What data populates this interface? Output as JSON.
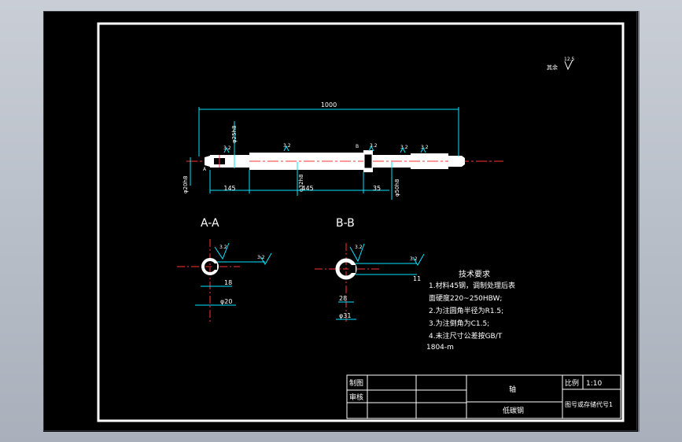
{
  "surface_finish": {
    "label": "其余",
    "value": "12.5"
  },
  "shaft_view": {
    "overall_length": "1000",
    "dims": {
      "d_left_end": "φ20h8",
      "d_left_journal": "φ25h8",
      "d_middle": "φ32h8",
      "d_right_step": "φ50h8",
      "len_145": "145",
      "len_445": "445",
      "len_35": "35"
    },
    "roughness": [
      "3.2",
      "3.2",
      "3.2",
      "3.2",
      "3.2"
    ],
    "section_marks": {
      "a": "A",
      "b": "B"
    }
  },
  "section_aa": {
    "title": "A-A",
    "dims": {
      "keyway_depth": "18",
      "diameter": "φ20"
    },
    "roughness": [
      "3.2",
      "3.2"
    ]
  },
  "section_bb": {
    "title": "B-B",
    "dims": {
      "keyway_depth": "28",
      "diameter": "φ31",
      "keyway_width": "11"
    },
    "roughness": [
      "3.2",
      "3.2"
    ]
  },
  "tech_requirements": {
    "title": "技术要求",
    "lines": [
      "1.材料45钢，调制处理后表",
      "面硬度220~250HBW;",
      "2.为注圆角半径为R1.5;",
      "3.为注倒角为C1.5;",
      "4.未注尺寸公差按GB/T",
      "1804-m"
    ]
  },
  "title_block": {
    "drawn_label": "制图",
    "checked_label": "审核",
    "part_name": "轴",
    "scale_label": "比例",
    "scale_value": "1:10",
    "drawing_no": "图号或存储代号1",
    "material": "低碳钢"
  }
}
